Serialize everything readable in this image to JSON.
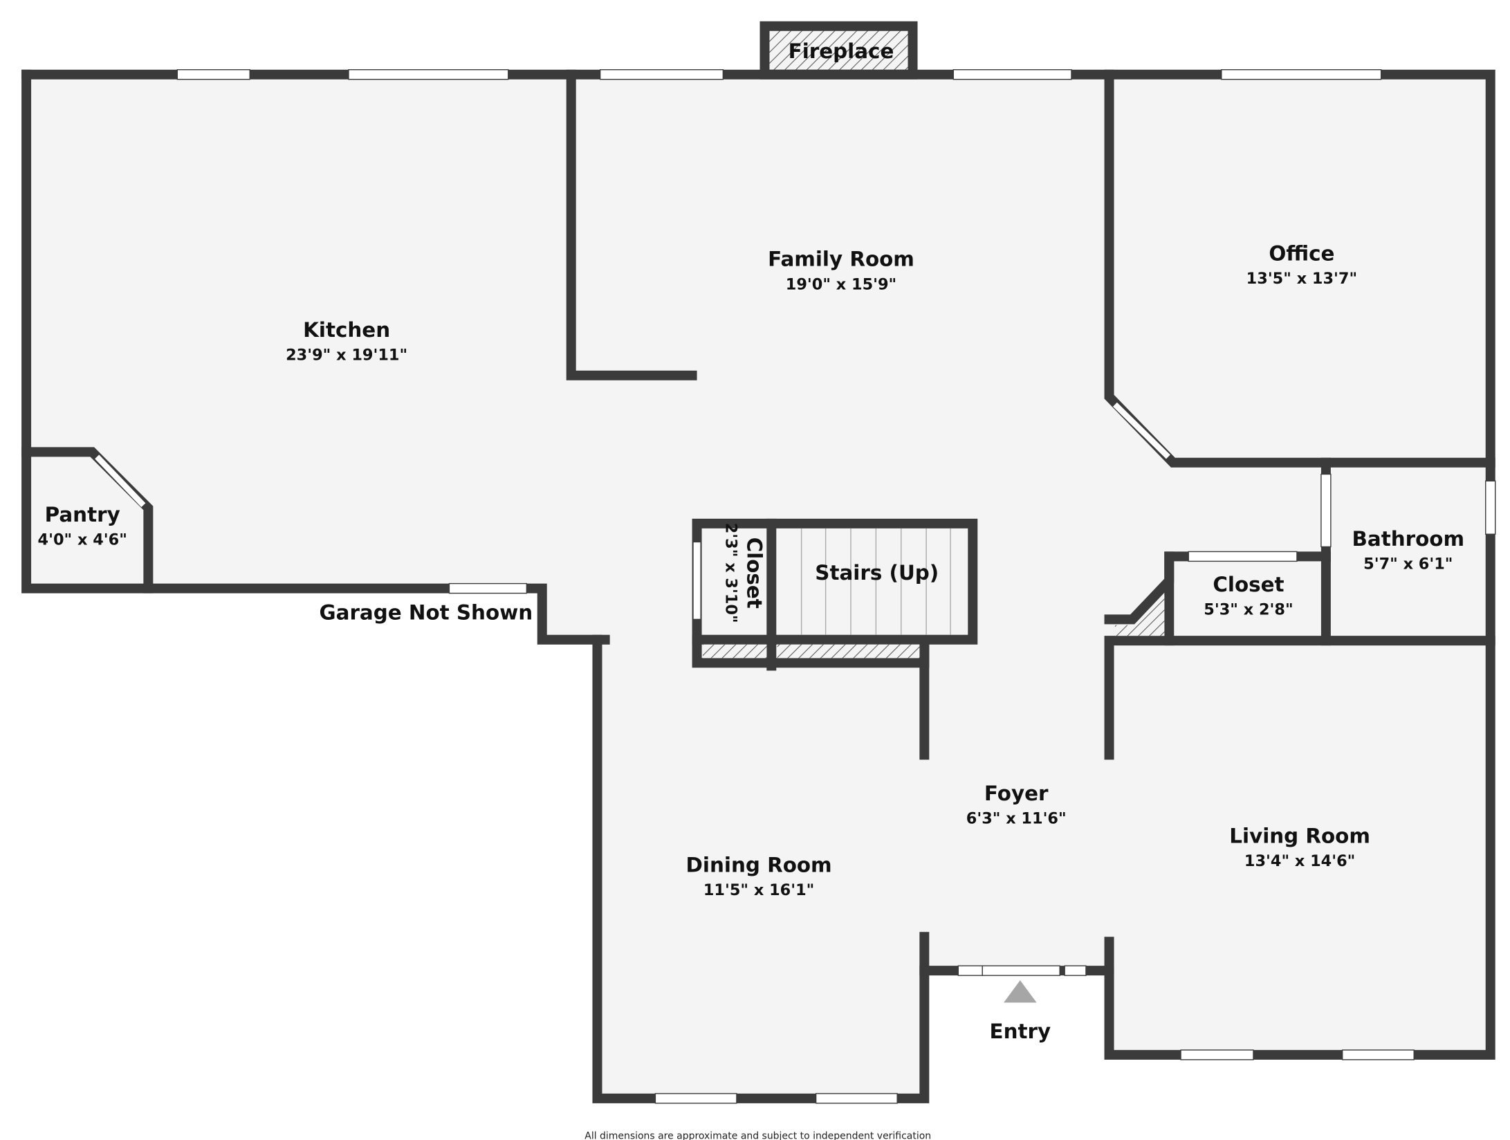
{
  "rooms": {
    "kitchen": {
      "name": "Kitchen",
      "dims": "23'9\" x 19'11\""
    },
    "family_room": {
      "name": "Family Room",
      "dims": "19'0\" x 15'9\""
    },
    "office": {
      "name": "Office",
      "dims": "13'5\" x 13'7\""
    },
    "pantry": {
      "name": "Pantry",
      "dims": "4'0\" x 4'6\""
    },
    "closet_stairs": {
      "name": "Closet",
      "dims": "2'3\" x 3'10\""
    },
    "stairs": {
      "name": "Stairs (Up)"
    },
    "closet": {
      "name": "Closet",
      "dims": "5'3\" x 2'8\""
    },
    "bathroom": {
      "name": "Bathroom",
      "dims": "5'7\" x 6'1\""
    },
    "foyer": {
      "name": "Foyer",
      "dims": "6'3\" x 11'6\""
    },
    "dining_room": {
      "name": "Dining Room",
      "dims": "11'5\" x 16'1\""
    },
    "living_room": {
      "name": "Living Room",
      "dims": "13'4\" x 14'6\""
    }
  },
  "labels": {
    "fireplace": "Fireplace",
    "garage": "Garage Not Shown",
    "entry": "Entry",
    "disclaimer": "All dimensions are approximate and subject to independent verification"
  },
  "colors": {
    "wall": "#3b3b3b",
    "floor": "#f4f4f4",
    "entry_arrow": "#a6a6a6"
  }
}
